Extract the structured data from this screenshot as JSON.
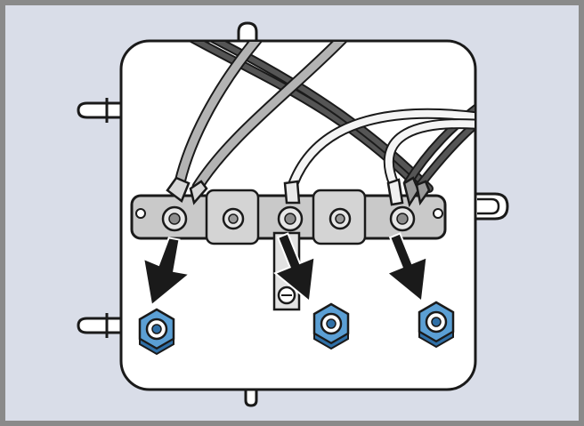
{
  "figure": {
    "kind": "assembly-instruction-illustration",
    "colors": {
      "frame_border": "#8a8a8a",
      "background": "#d9dde8",
      "panel": "#ffffff",
      "outline": "#1a1a1a",
      "terminal_block": "#c9c9c9",
      "arrow": "#1a1a1a",
      "nut": "#5b9fd4",
      "nut_dark": "#2f6fa6",
      "wire_grey": "#b3b3b3",
      "wire_white": "#f4f4f4",
      "wire_dark": "#555555"
    },
    "terminals": [
      {
        "id": "terminal-1"
      },
      {
        "id": "terminal-2"
      },
      {
        "id": "terminal-3"
      }
    ],
    "arrows": [
      {
        "id": "arrow-1"
      },
      {
        "id": "arrow-2"
      },
      {
        "id": "arrow-3"
      }
    ],
    "nuts": [
      {
        "id": "nut-1"
      },
      {
        "id": "nut-2"
      },
      {
        "id": "nut-3"
      }
    ],
    "icons": [
      "terminal-screw-icon",
      "cable-gland-nut-icon",
      "down-arrow-icon",
      "ground-screw-icon"
    ]
  }
}
